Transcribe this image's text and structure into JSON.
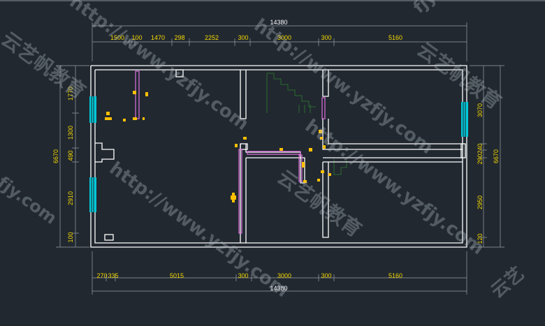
{
  "drawing": {
    "top_total": "14380",
    "top_dims": [
      "1500",
      "100",
      "1470",
      "298",
      "2252",
      "300",
      "3000",
      "300",
      "5160"
    ],
    "bottom_dims": [
      "270",
      "335",
      "5015",
      "300",
      "3000",
      "300",
      "5160"
    ],
    "bottom_total": "14380",
    "left_total": "6670",
    "left_dims": [
      "1770",
      "1300",
      "490",
      "2910",
      "100"
    ],
    "right_total": "6670",
    "right_dims": [
      "3070",
      "240",
      "290",
      "2950",
      "120"
    ]
  },
  "watermark": {
    "url": "http://www.yzfjy.com",
    "brand": "云艺帆教育",
    "url_fragment": "fjy.com",
    "brand_fragment": "云艺"
  },
  "colors": {
    "background": "#212830",
    "wall": "#ffffff",
    "dimension_text": "#f5d800",
    "window": "#00c8d8",
    "door": "#e070e0",
    "stair": "#2f7d2f",
    "fixture": "#ffc000"
  }
}
